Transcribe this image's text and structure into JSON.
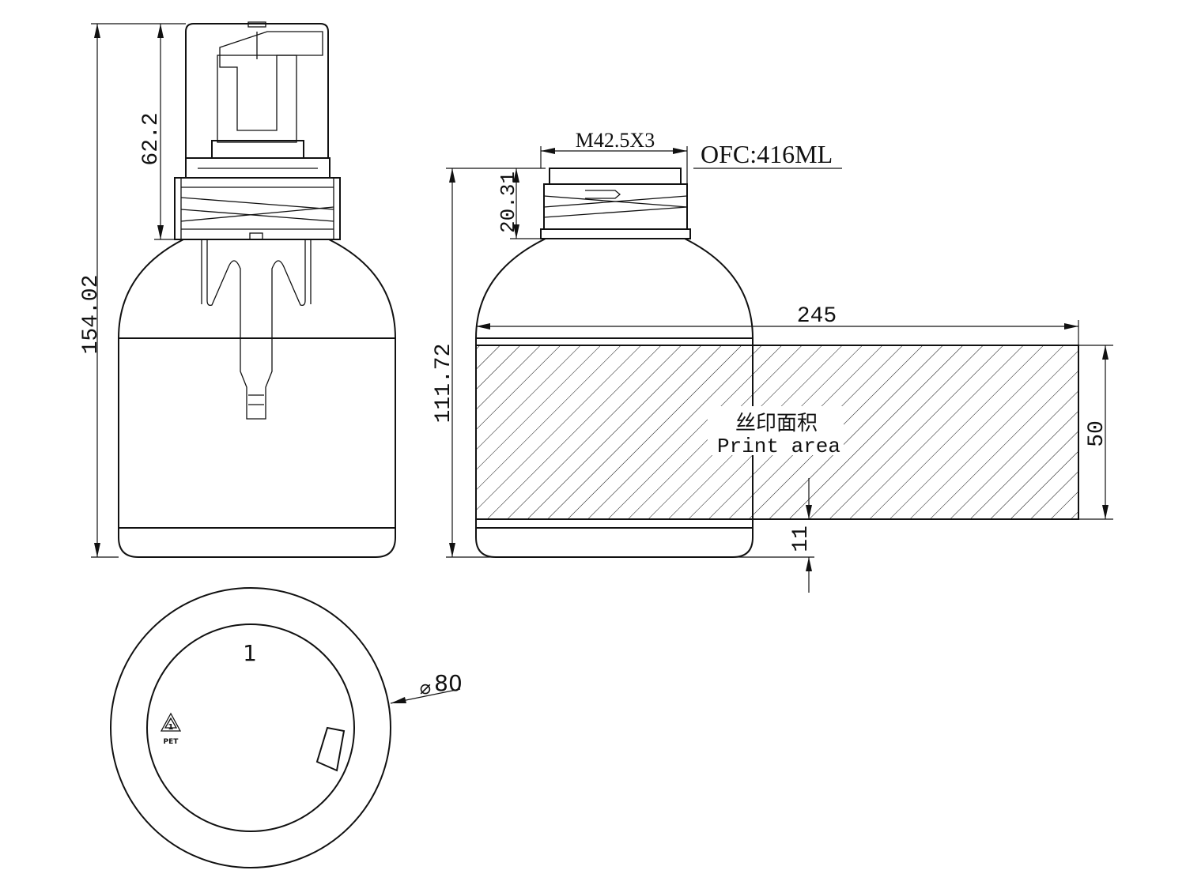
{
  "dimensions": {
    "total_height": "154.02",
    "pump_height": "62.2",
    "thread": "M42.5X3",
    "capacity": "OFC:416ML",
    "neck_height": "20.31",
    "bottle_height": "111.72",
    "print_width": "245",
    "print_height": "50",
    "print_bottom_offset": "11",
    "diameter": "80"
  },
  "labels": {
    "print_area_cn": "丝印面积",
    "print_area_en": "Print area",
    "diameter_symbol": "⌀",
    "mold_cavity_number": "1",
    "recycle_code": "1",
    "recycle_material": "PET"
  }
}
